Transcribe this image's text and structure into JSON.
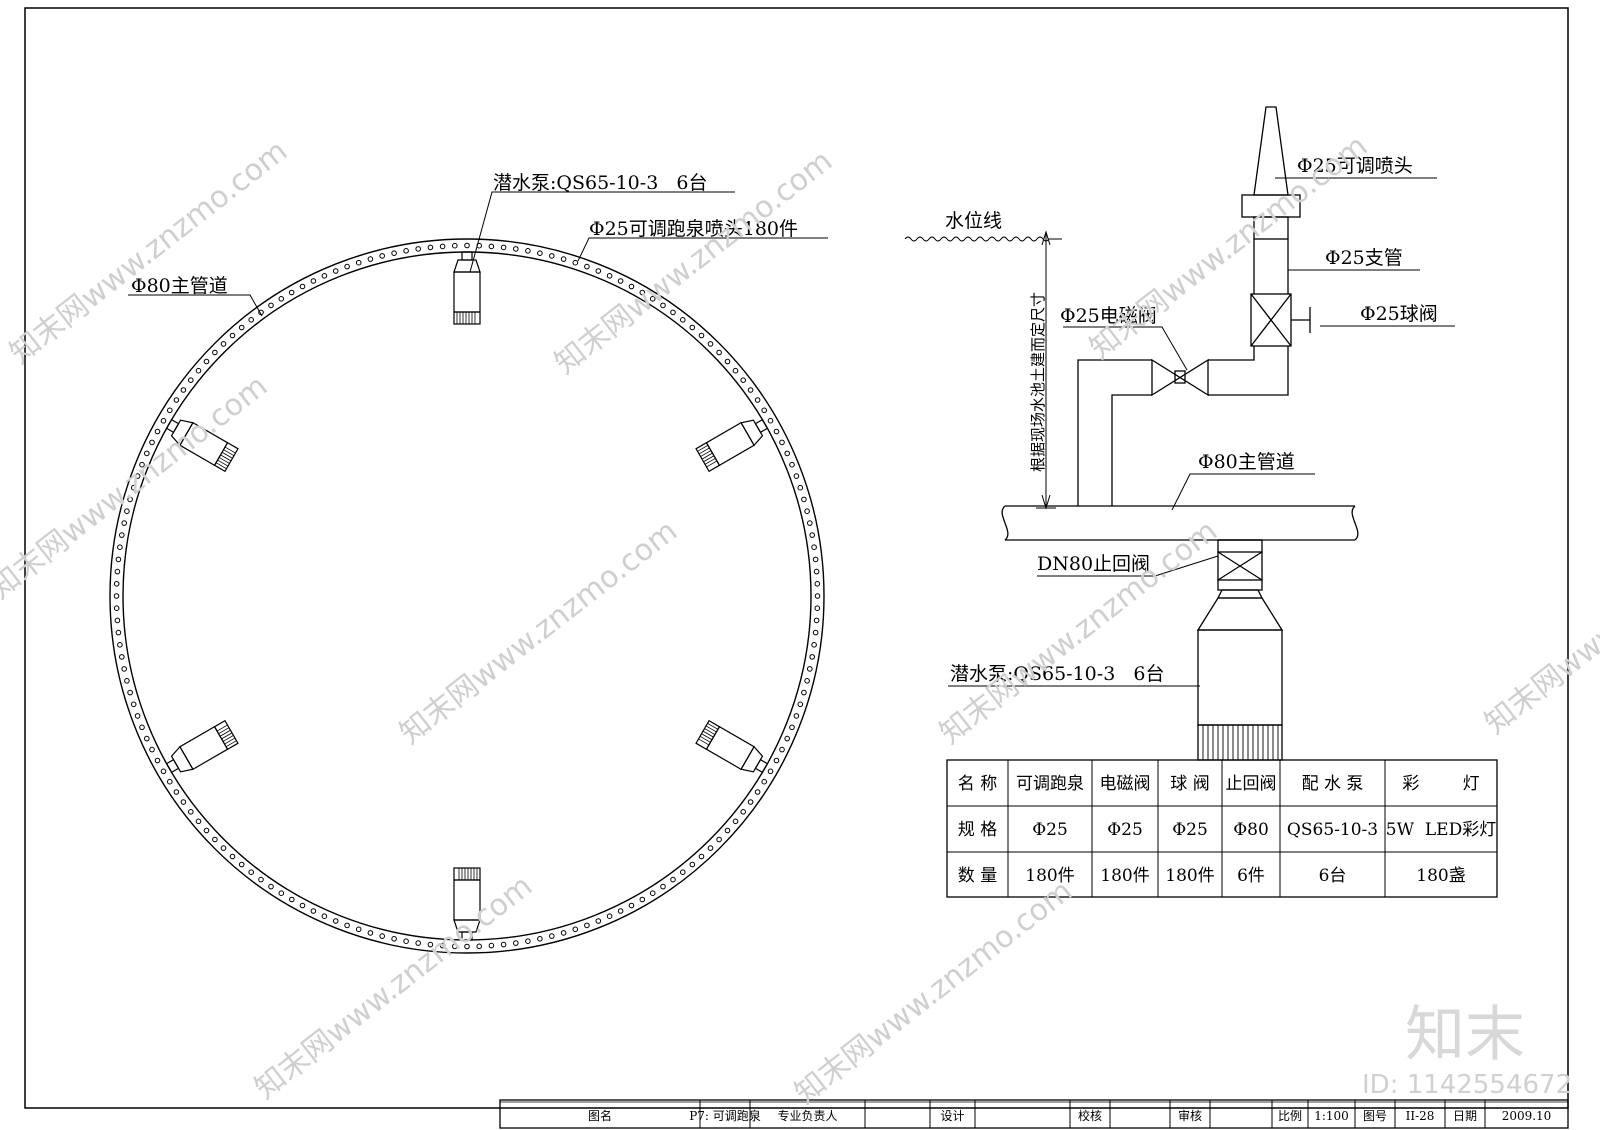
{
  "plan": {
    "pump_label": "潜水泵:QS65-10-3   6台",
    "nozzle_label": "Φ25可调跑泉喷头180件",
    "main_pipe_label": "Φ80主管道"
  },
  "section": {
    "nozzle_label": "Φ25可调喷头",
    "water_line_label": "水位线",
    "branch_pipe_label": "Φ25支管",
    "solenoid_label": "Φ25电磁阀",
    "ball_valve_label": "Φ25球阀",
    "depth_note": "根据现场水池土建而定尺寸",
    "main_pipe_label": "Φ80主管道",
    "check_valve_label": "DN80止回阀",
    "pump_label": "潜水泵:QS65-10-3   6台"
  },
  "table": {
    "rows": [
      [
        "名 称",
        "可调跑泉",
        "电磁阀",
        "球 阀",
        "止回阀",
        "配 水 泵",
        "彩        灯"
      ],
      [
        "规 格",
        "Φ25",
        "Φ25",
        "Φ25",
        "Φ80",
        "QS65-10-3",
        "5W  LED彩灯"
      ],
      [
        "数 量",
        "180件",
        "180件",
        "180件",
        "6件",
        "6台",
        "180盏"
      ]
    ]
  },
  "title_block": {
    "cells": [
      "图名",
      "P7: 可调跑泉",
      "专业负责人",
      "",
      "设计",
      "",
      "校核",
      "",
      "审核",
      "",
      "比例",
      "1:100",
      "图号",
      "II-28",
      "日期",
      "2009.10"
    ]
  },
  "watermark": {
    "site": "知末网www.znzmo.com",
    "logo": "知末",
    "id": "ID: 1142554672"
  }
}
